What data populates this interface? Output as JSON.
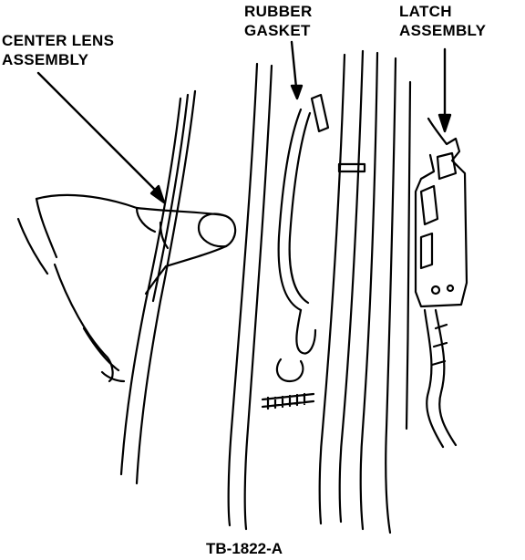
{
  "labels": {
    "center_lens": [
      "CENTER LENS",
      "ASSEMBLY"
    ],
    "rubber_gasket": [
      "RUBBER",
      "GASKET"
    ],
    "latch_assembly": [
      "LATCH",
      "ASSEMBLY"
    ]
  },
  "figure_id": "TB-1822-A"
}
